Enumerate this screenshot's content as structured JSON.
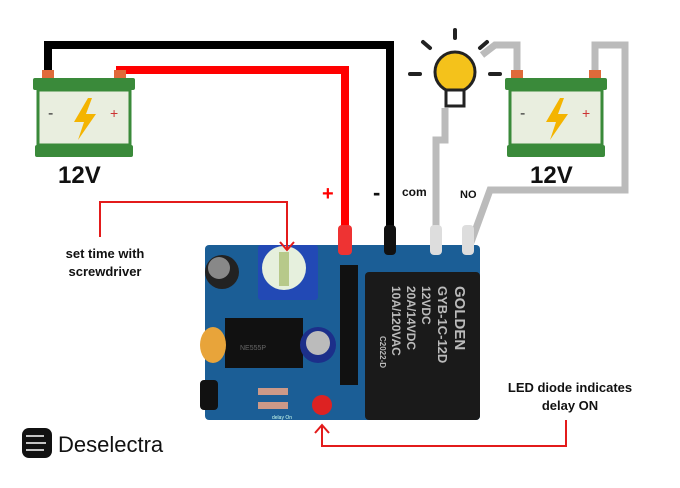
{
  "batteries": [
    {
      "label": "12V"
    },
    {
      "label": "12V"
    }
  ],
  "terminals": {
    "plus": "+",
    "minus": "-",
    "com": "com",
    "no": "NO"
  },
  "annotations": {
    "set_time_line1": "set time with",
    "set_time_line2": "screwdriver",
    "led_line1": "LED diode indicates",
    "led_line2": "delay ON"
  },
  "relay": {
    "lines": [
      "GOLDEN",
      "GYB-1C-12D",
      "12VDC",
      "20A/14VDC",
      "10A/120VAC",
      "C2022-D"
    ]
  },
  "chip": {
    "label": "NE555P"
  },
  "board_label": "delay On",
  "logo": {
    "text": "Deselectra"
  },
  "colors": {
    "positive_wire": "#ff0000",
    "negative_wire": "#000000",
    "load_wire": "#b8b8b8",
    "battery": "#3a8a3a",
    "bulb": "#f4c21b",
    "board": "#1b5e96",
    "annotation": "#e31b1b"
  }
}
